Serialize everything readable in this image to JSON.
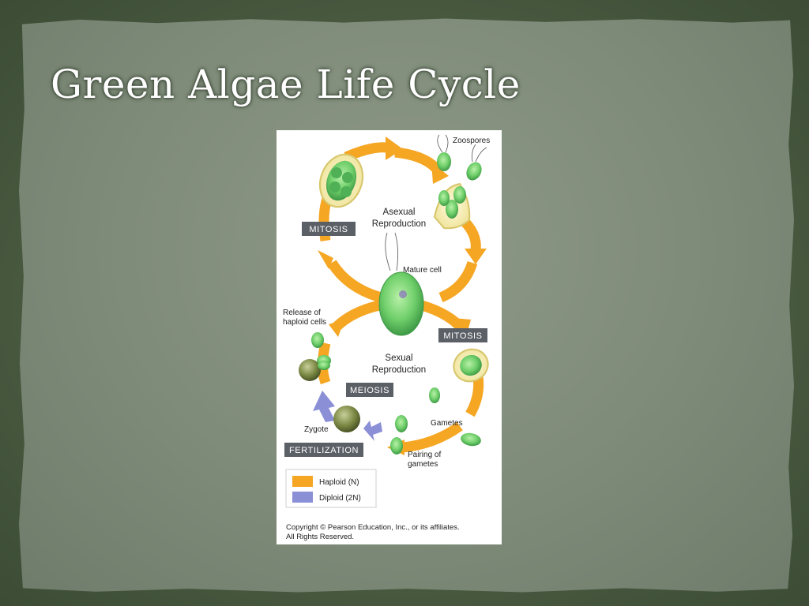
{
  "slide": {
    "title": "Green Algae Life Cycle"
  },
  "diagram": {
    "labels": {
      "zoospores": "Zoospores",
      "asexual_line1": "Asexual",
      "asexual_line2": "Reproduction",
      "mitosis_top": "MITOSIS",
      "mature_cell": "Mature cell",
      "release_line1": "Release of",
      "release_line2": "haploid cells",
      "mitosis_right": "MITOSIS",
      "sexual_line1": "Sexual",
      "sexual_line2": "Reproduction",
      "meiosis": "MEIOSIS",
      "gametes": "Gametes",
      "zygote": "Zygote",
      "fertilization": "FERTILIZATION",
      "pairing_line1": "Pairing of",
      "pairing_line2": "gametes"
    },
    "legend": [
      {
        "label": "Haploid (N)",
        "color": "#f5a623"
      },
      {
        "label": "Diploid (2N)",
        "color": "#8b8fd6"
      }
    ],
    "copyright_line1": "Copyright © Pearson Education, Inc., or its affiliates.",
    "copyright_line2": "All Rights Reserved.",
    "colors": {
      "haploid_arrow": "#f5a623",
      "diploid_arrow": "#8b8fd6",
      "tag_bg": "#5b5f66",
      "cell_green": "#6fcf6a"
    }
  }
}
